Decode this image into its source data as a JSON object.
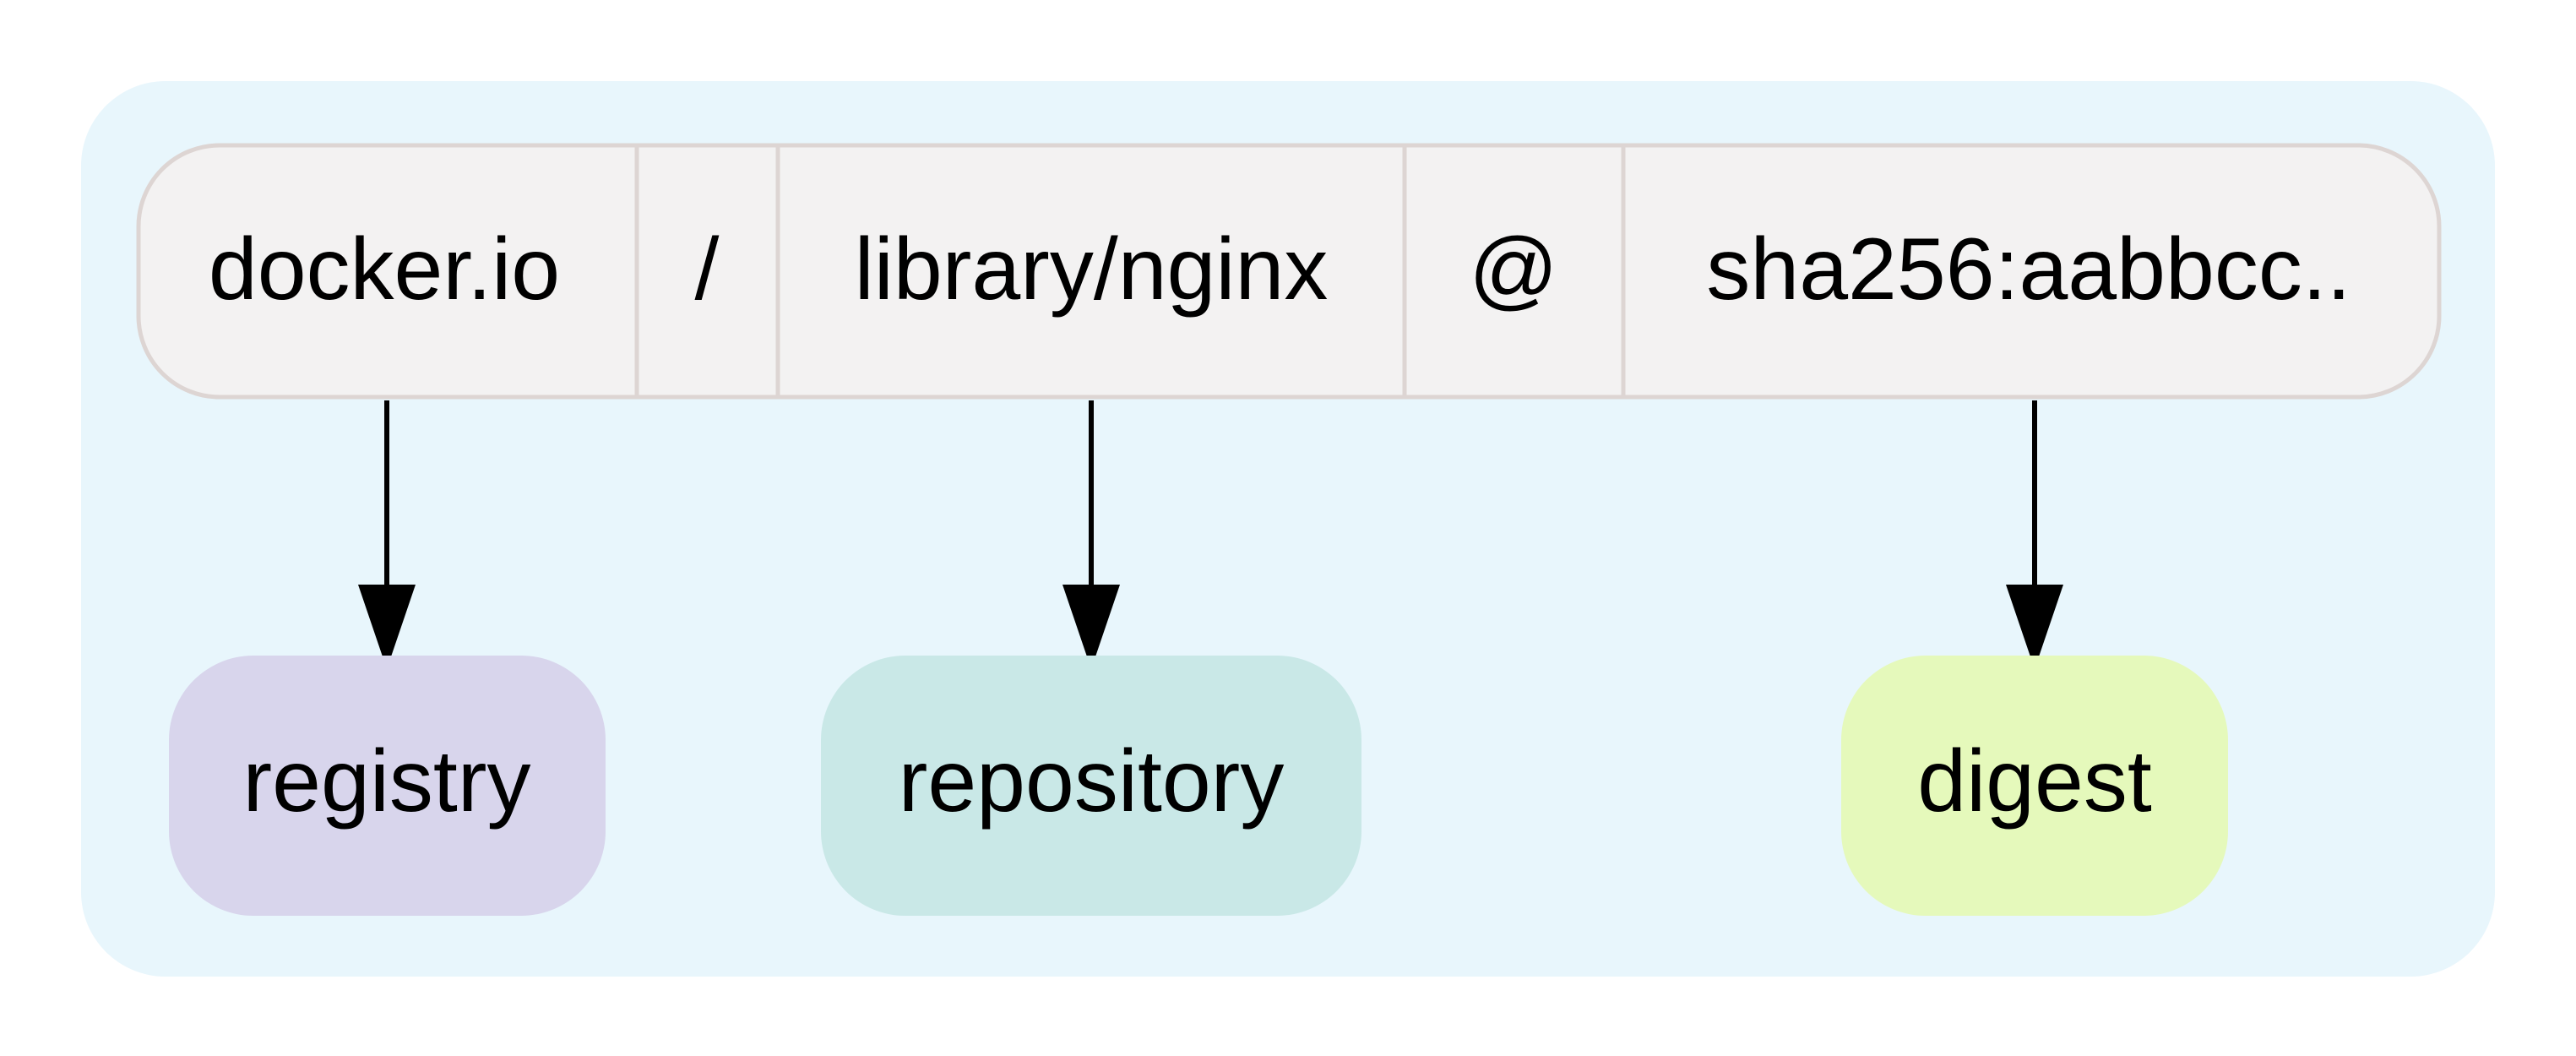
{
  "diagram": {
    "colors": {
      "cluster_fill": "#e8f6fc",
      "record_fill": "#f3f2f2",
      "record_stroke": "#ddd5d3",
      "registry_fill": "#d8d5ec",
      "repository_fill": "#c9e8e7",
      "digest_fill": "#e5f9bb",
      "edge": "#000000"
    },
    "record": {
      "segments": [
        {
          "id": "registry_part",
          "label": "docker.io"
        },
        {
          "id": "slash",
          "label": "/"
        },
        {
          "id": "repo_part",
          "label": "library/nginx"
        },
        {
          "id": "at",
          "label": "@"
        },
        {
          "id": "digest_part",
          "label": "sha256:aabbcc.."
        }
      ]
    },
    "nodes": [
      {
        "id": "registry",
        "label": "registry"
      },
      {
        "id": "repository",
        "label": "repository"
      },
      {
        "id": "digest",
        "label": "digest"
      }
    ],
    "edges": [
      {
        "from": "registry_part",
        "to": "registry"
      },
      {
        "from": "repo_part",
        "to": "repository"
      },
      {
        "from": "digest_part",
        "to": "digest"
      }
    ]
  }
}
